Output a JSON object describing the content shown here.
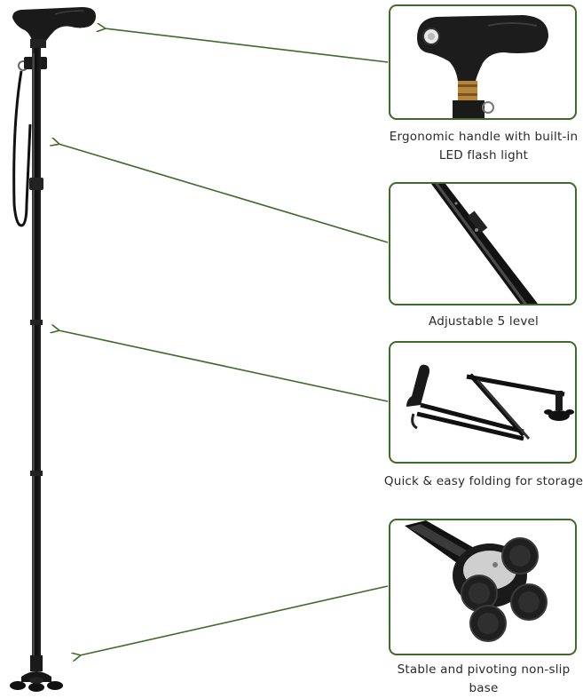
{
  "colors": {
    "accent_green": "#3f6a2a",
    "cane_black": "#111111",
    "caption_text": "#2a2a2a",
    "brass": "#b8863a"
  },
  "features": [
    {
      "id": "handle",
      "caption": "Ergonomic handle with built-in LED flash light",
      "icon": "handle-led-closeup"
    },
    {
      "id": "adjust",
      "caption": "Adjustable 5 level",
      "icon": "shaft-adjust-closeup"
    },
    {
      "id": "fold",
      "caption": "Quick & easy folding for storage",
      "icon": "folded-cane"
    },
    {
      "id": "base",
      "caption": "Stable and pivoting non-slip base",
      "icon": "quad-base-closeup"
    }
  ]
}
